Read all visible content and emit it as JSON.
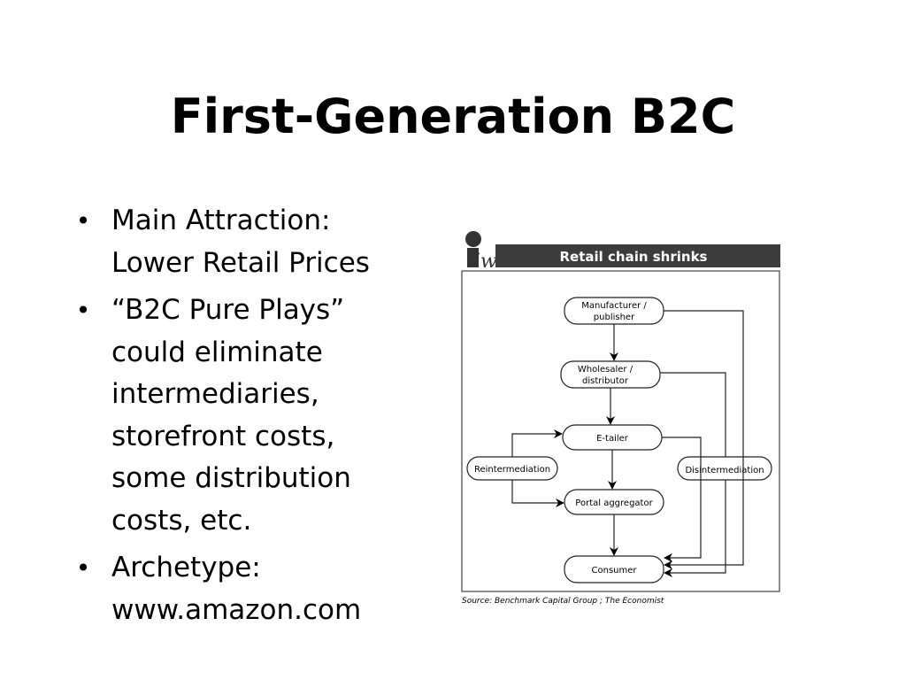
{
  "slide": {
    "title": "First-Generation B2C",
    "bullets": [
      {
        "lines": [
          "Main Attraction:",
          "Lower Retail Prices"
        ]
      },
      {
        "lines": [
          "“B2C Pure Plays”",
          "could eliminate",
          "intermediaries,",
          "storefront costs,",
          "some distribution",
          "costs, etc."
        ]
      },
      {
        "lines": [
          "Archetype:",
          "www.amazon.com"
        ]
      }
    ]
  },
  "figure": {
    "logo_text": "iw",
    "header": "Retail chain shrinks",
    "nodes": {
      "manufacturer": [
        "Manufacturer /",
        "publisher"
      ],
      "wholesaler": [
        "Wholesaler /",
        "distributor"
      ],
      "etailer": "E-tailer",
      "portal": "Portal aggregator",
      "consumer": "Consumer",
      "reintermediation": "Reintermediation",
      "disintermediation": "Disintermediation"
    },
    "source": "Source: Benchmark Capital Group ;  The Economist"
  }
}
